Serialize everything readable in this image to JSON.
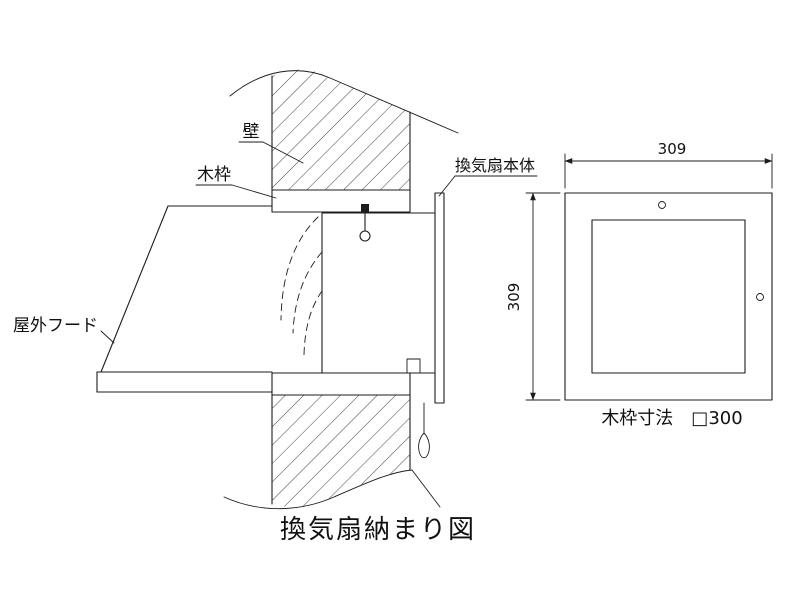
{
  "diagram": {
    "title": "換気扇納まり図",
    "labels": {
      "wall": "壁",
      "wood_frame": "木枠",
      "fan_body": "換気扇本体",
      "outdoor_hood": "屋外フード",
      "frame_dimension_note": "木枠寸法　□300"
    },
    "dimensions": {
      "frame_width": "309",
      "frame_height": "309"
    }
  }
}
